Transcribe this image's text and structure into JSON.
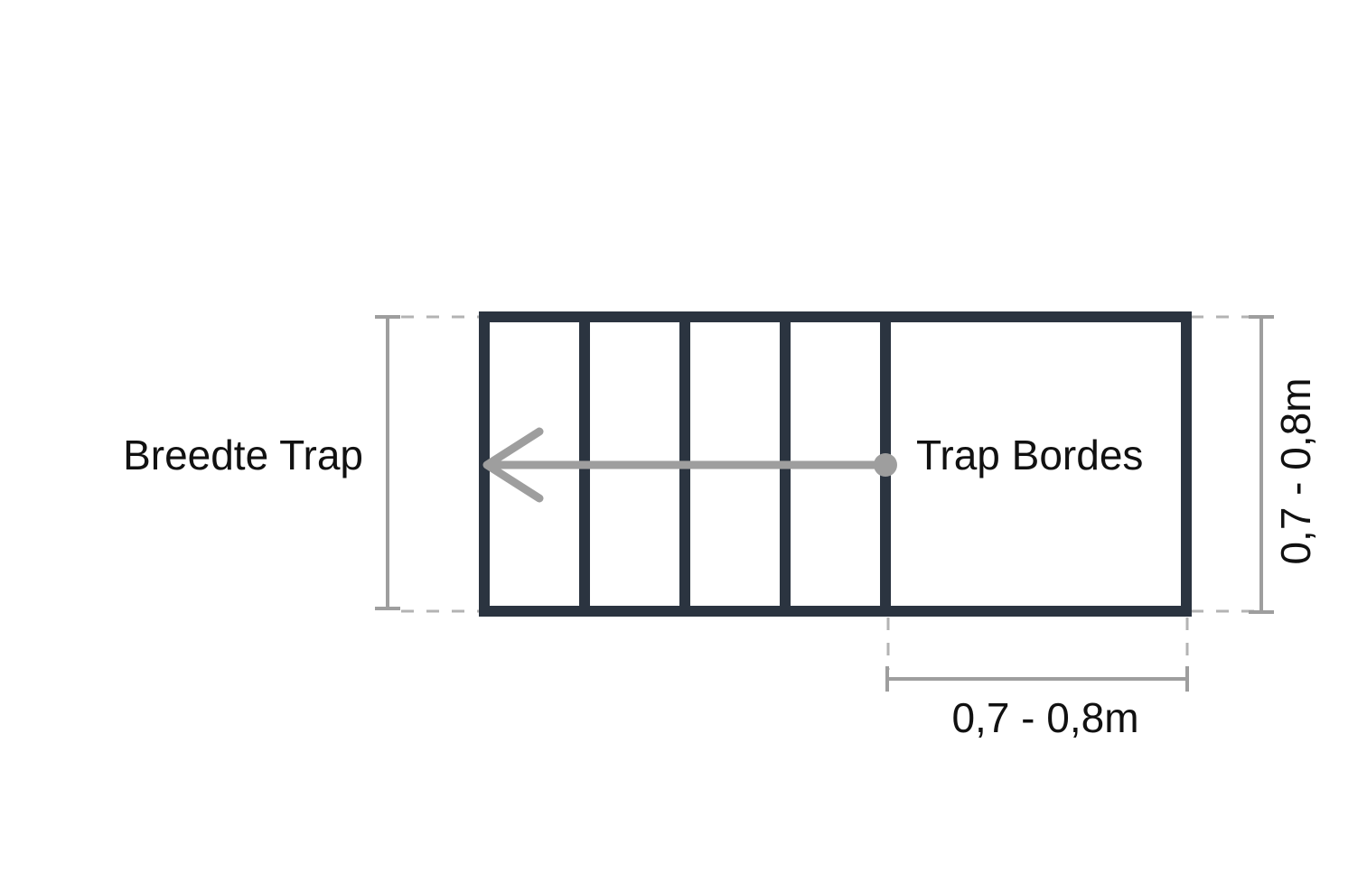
{
  "diagram": {
    "labels": {
      "stair_width": "Breedte Trap",
      "landing": "Trap Bordes",
      "landing_depth": "0,7 - 0,8m",
      "landing_width": "0,7 - 0,8m"
    },
    "colors": {
      "structure": "#2b3440",
      "dimension": "#9e9e9e",
      "arrow": "#9e9e9e",
      "text": "#111111",
      "background": "#ffffff"
    }
  }
}
